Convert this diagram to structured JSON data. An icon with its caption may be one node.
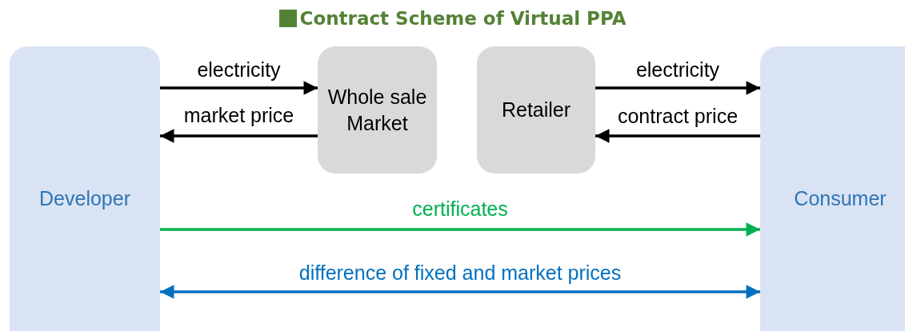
{
  "diagram": {
    "title": "Contract Scheme of Virtual PPA",
    "nodes": [
      {
        "text": [
          "Developer"
        ]
      },
      {
        "text": [
          "Whole sale Market"
        ]
      },
      {
        "text": [
          "Retailer"
        ]
      },
      {
        "text": [
          "Consumer"
        ]
      }
    ],
    "edges": [
      {
        "from": 0,
        "to": 1,
        "arrow": "to",
        "label": "electricity"
      },
      {
        "from": 1,
        "to": 0,
        "arrow": "to",
        "label": "market price"
      },
      {
        "from": 2,
        "to": 3,
        "arrow": "to",
        "label": "electricity"
      },
      {
        "from": 3,
        "to": 2,
        "arrow": "to",
        "label": "contract price"
      },
      {
        "from": 0,
        "to": 3,
        "arrow": "to",
        "label": "certificates",
        "color": "#00b050"
      },
      {
        "from": 0,
        "to": 3,
        "arrow": "both",
        "label": "difference of fixed and market prices",
        "color": "#0070c0"
      }
    ]
  }
}
